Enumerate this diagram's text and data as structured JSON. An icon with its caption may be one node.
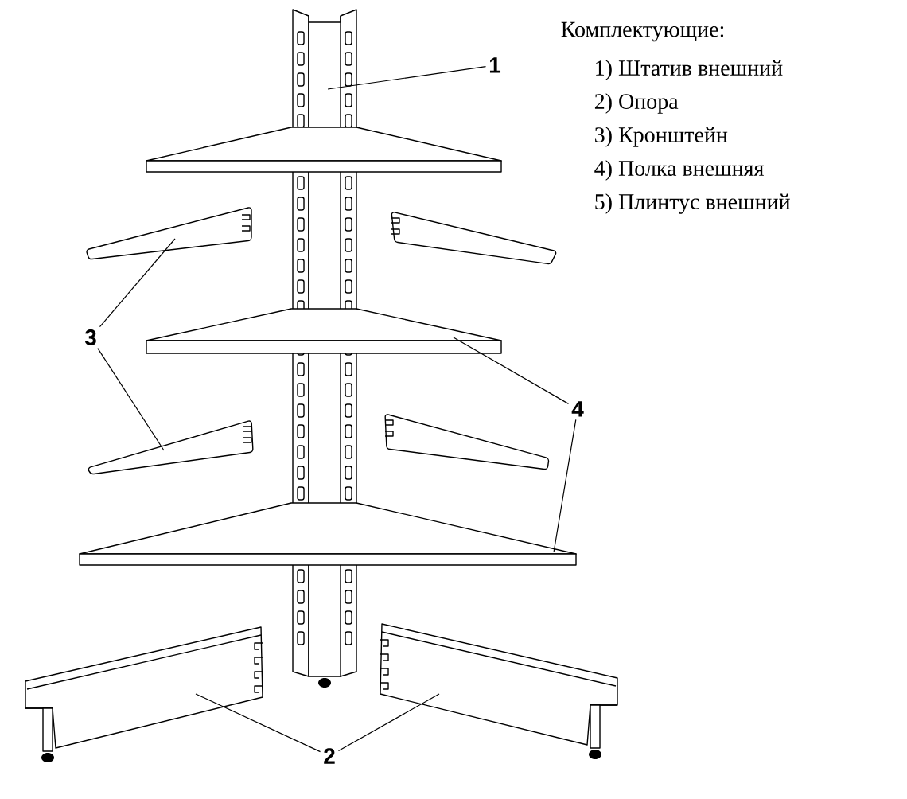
{
  "diagram": {
    "nodes": [
      {
        "text": [
          "1"
        ]
      },
      {
        "text": [],
        "shape": "picture"
      },
      {
        "text": [
          "3"
        ]
      },
      {
        "text": [],
        "shape": "picture"
      },
      {
        "text": [],
        "shape": "picture"
      },
      {
        "text": [
          "4"
        ]
      },
      {
        "text": [],
        "shape": "picture"
      },
      {
        "text": [],
        "shape": "picture"
      },
      {
        "text": [
          "2"
        ]
      },
      {
        "text": [],
        "shape": "picture"
      },
      {
        "text": [],
        "shape": "picture"
      }
    ],
    "edges": [
      {
        "from": 0,
        "to": 1,
        "arrow": "none"
      },
      {
        "from": 2,
        "to": 3,
        "arrow": "none"
      },
      {
        "from": 2,
        "to": 4,
        "arrow": "none"
      },
      {
        "from": 5,
        "to": 6,
        "arrow": "none"
      },
      {
        "from": 5,
        "to": 7,
        "arrow": "none"
      },
      {
        "from": 8,
        "to": 9,
        "arrow": "none"
      },
      {
        "from": 8,
        "to": 10,
        "arrow": "none"
      }
    ],
    "labels": [
      "Комплектующие:",
      "1)  Штатив внешний",
      "2)  Опора",
      "3)  Кронштейн",
      "4)  Полка внешняя",
      "5)  Плинтус внешний"
    ]
  }
}
